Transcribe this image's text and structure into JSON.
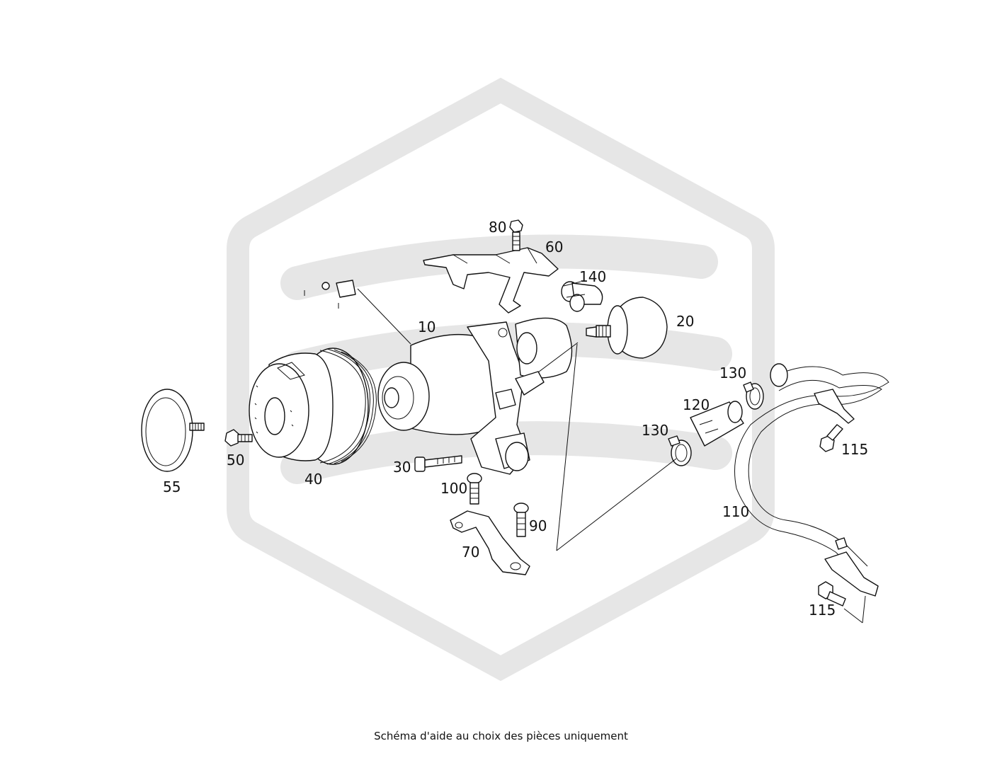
{
  "watermark": {
    "color": "#e6e6e6"
  },
  "callouts": [
    {
      "id": "c80",
      "text": "80"
    },
    {
      "id": "c60",
      "text": "60"
    },
    {
      "id": "c140",
      "text": "140"
    },
    {
      "id": "c10",
      "text": "10"
    },
    {
      "id": "c20",
      "text": "20"
    },
    {
      "id": "c130a",
      "text": "130"
    },
    {
      "id": "c120",
      "text": "120"
    },
    {
      "id": "c130b",
      "text": "130"
    },
    {
      "id": "c115a",
      "text": "115"
    },
    {
      "id": "c110",
      "text": "110"
    },
    {
      "id": "c115b",
      "text": "115"
    },
    {
      "id": "c55",
      "text": "55"
    },
    {
      "id": "c50",
      "text": "50"
    },
    {
      "id": "c40",
      "text": "40"
    },
    {
      "id": "c30",
      "text": "30"
    },
    {
      "id": "c100",
      "text": "100"
    },
    {
      "id": "c90",
      "text": "90"
    },
    {
      "id": "c70",
      "text": "70"
    }
  ],
  "caption": "Schéma d'aide au choix des pièces uniquement"
}
